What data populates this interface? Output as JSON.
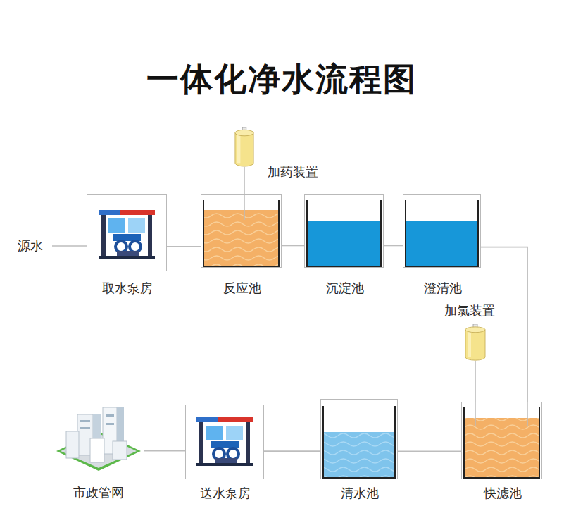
{
  "diagram": {
    "title": "一体化净水流程图",
    "nodes": [
      {
        "text": [
          "源水"
        ]
      },
      {
        "text": [
          "取水泵房"
        ]
      },
      {
        "text": [
          "加药装置"
        ]
      },
      {
        "text": [
          "反应池"
        ]
      },
      {
        "text": [
          "沉淀池"
        ]
      },
      {
        "text": [
          "澄清池"
        ]
      },
      {
        "text": [
          "加氯装置"
        ]
      },
      {
        "text": [
          "快滤池"
        ]
      },
      {
        "text": [
          "清水池"
        ]
      },
      {
        "text": [
          "送水泵房"
        ]
      },
      {
        "text": [
          "市政管网"
        ]
      }
    ],
    "edges": [
      {
        "from": 0,
        "to": 1,
        "arrow": "none"
      },
      {
        "from": 1,
        "to": 3,
        "arrow": "none"
      },
      {
        "from": 2,
        "to": 3,
        "arrow": "none"
      },
      {
        "from": 3,
        "to": 4,
        "arrow": "none"
      },
      {
        "from": 4,
        "to": 5,
        "arrow": "none"
      },
      {
        "from": 5,
        "to": 7,
        "arrow": "none"
      },
      {
        "from": 6,
        "to": 7,
        "arrow": "none"
      },
      {
        "from": 7,
        "to": 8,
        "arrow": "none"
      },
      {
        "from": 8,
        "to": 9,
        "arrow": "none"
      },
      {
        "from": 9,
        "to": 10,
        "arrow": "none"
      }
    ]
  }
}
